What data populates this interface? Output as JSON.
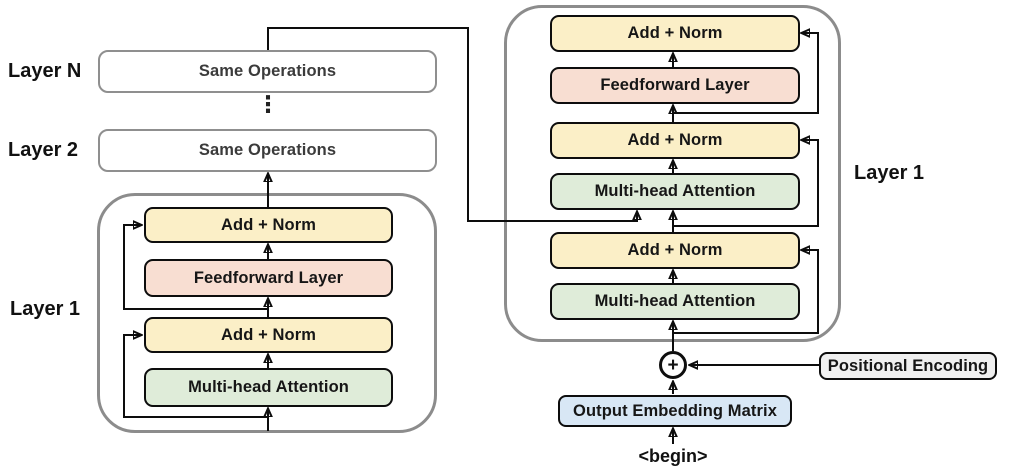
{
  "diagram": {
    "encoder": {
      "layer_n_label": "Layer N",
      "layer_2_label": "Layer 2",
      "layer_1_label": "Layer 1",
      "same_operations_top": "Same Operations",
      "same_operations_middle": "Same Operations",
      "dots": "⋮",
      "blocks": [
        "Add + Norm",
        "Feedforward Layer",
        "Add + Norm",
        "Multi-head Attention"
      ]
    },
    "decoder": {
      "layer_1_label": "Layer 1",
      "blocks": [
        "Add + Norm",
        "Feedforward Layer",
        "Add + Norm",
        "Multi-head Attention",
        "Add + Norm",
        "Multi-head Attention"
      ]
    },
    "io": {
      "plus_symbol": "+",
      "positional_encoding_label": "Positional Encoding",
      "output_embedding_label": "Output Embedding Matrix",
      "begin_token": "<begin>"
    }
  },
  "colors": {
    "block-yellow": "#fbefc7",
    "block-pink": "#f8ded2",
    "block-green": "#dfecd9",
    "block-blue": "#d8e7f5",
    "block-gray": "#f0f0f0",
    "container-border": "#8c8c8c",
    "sameops-border": "#8f8f8f",
    "line": "#0d0d0d"
  }
}
